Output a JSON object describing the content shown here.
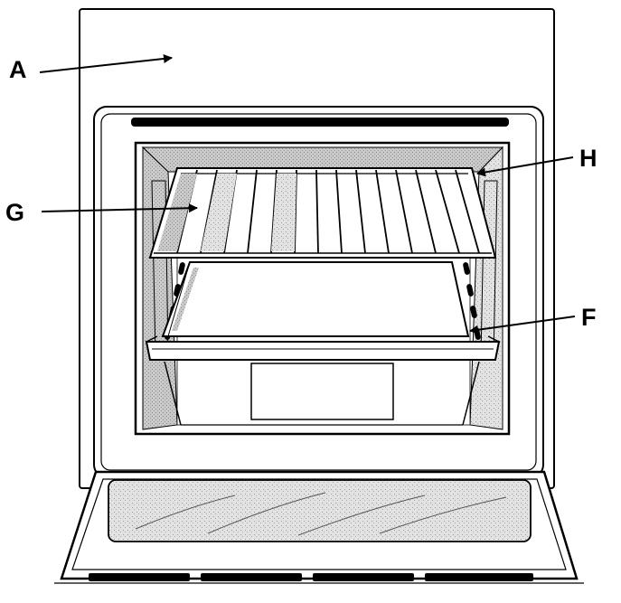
{
  "labels": {
    "a": "A",
    "g": "G",
    "h": "H",
    "f": "F"
  },
  "colors": {
    "ink": "#000000",
    "paper": "#ffffff",
    "cavity_shade": "#bdbdbd",
    "glass_shade": "#d4d4d4",
    "rack_outline": "#111111"
  },
  "parts": [
    "oven-front-panel",
    "oven-cavity",
    "wire-rack",
    "baking-tray",
    "rack-support",
    "oven-door",
    "door-glass"
  ]
}
